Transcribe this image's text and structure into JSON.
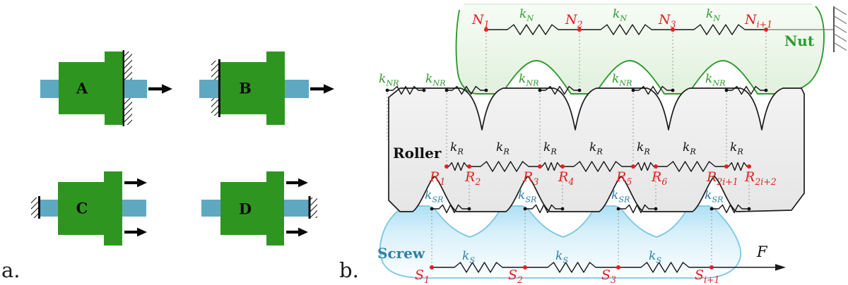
{
  "colors": {
    "body_green": "#2e9620",
    "shaft_blue": "#5fa8c2",
    "nut_green": "#2f9a2f",
    "screw_teal": "#2e81a8",
    "node_red": "#e32020",
    "roller_gray": "#ececec"
  },
  "panel_a": {
    "label": "a.",
    "blocks": [
      {
        "label": "A"
      },
      {
        "label": "B"
      },
      {
        "label": "C"
      },
      {
        "label": "D"
      }
    ]
  },
  "panel_b": {
    "label": "b.",
    "force_label": "F",
    "nut": {
      "title": "Nut",
      "spring_label": {
        "base": "k",
        "sub": "N"
      },
      "interface_spring_label": {
        "base": "k",
        "sub": "NR"
      },
      "nodes": [
        {
          "base": "N",
          "sub": "1"
        },
        {
          "base": "N",
          "sub": "2"
        },
        {
          "base": "N",
          "sub": "3"
        },
        {
          "base": "N",
          "sub": "i+1"
        }
      ]
    },
    "roller": {
      "title": "Roller",
      "spring_label": {
        "base": "k",
        "sub": "R"
      },
      "nodes": [
        {
          "base": "R",
          "sub": "1"
        },
        {
          "base": "R",
          "sub": "2"
        },
        {
          "base": "R",
          "sub": "3"
        },
        {
          "base": "R",
          "sub": "4"
        },
        {
          "base": "R",
          "sub": "5"
        },
        {
          "base": "R",
          "sub": "6"
        },
        {
          "base": "R",
          "sub": "2i+1"
        },
        {
          "base": "R",
          "sub": "2i+2"
        }
      ]
    },
    "screw": {
      "title": "Screw",
      "spring_label": {
        "base": "k",
        "sub": "S"
      },
      "interface_spring_label": {
        "base": "k",
        "sub": "SR"
      },
      "nodes": [
        {
          "base": "S",
          "sub": "1"
        },
        {
          "base": "S",
          "sub": "2"
        },
        {
          "base": "S",
          "sub": "3"
        },
        {
          "base": "S",
          "sub": "i+1"
        }
      ]
    }
  }
}
